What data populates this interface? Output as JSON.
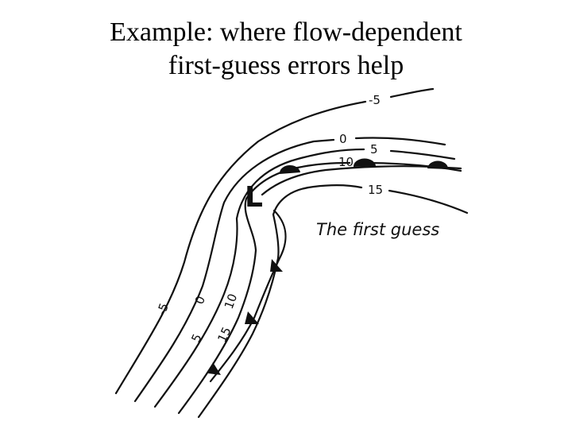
{
  "slide": {
    "title_line1": "Example: where flow-dependent",
    "title_line2": "first-guess errors help"
  },
  "figure": {
    "caption": "The first guess",
    "contour_labels": {
      "outer_top": "-5",
      "zero_top": "0",
      "five_top": "5",
      "ten_top": "10",
      "fifteen_top": "15",
      "outer_left": "-5",
      "zero_left": "0",
      "ten_left": "10",
      "five_left": "5",
      "fifteen_left": "15"
    },
    "low_pressure_symbol": "L",
    "colors": {
      "ink": "#111111",
      "background": "#ffffff"
    }
  }
}
